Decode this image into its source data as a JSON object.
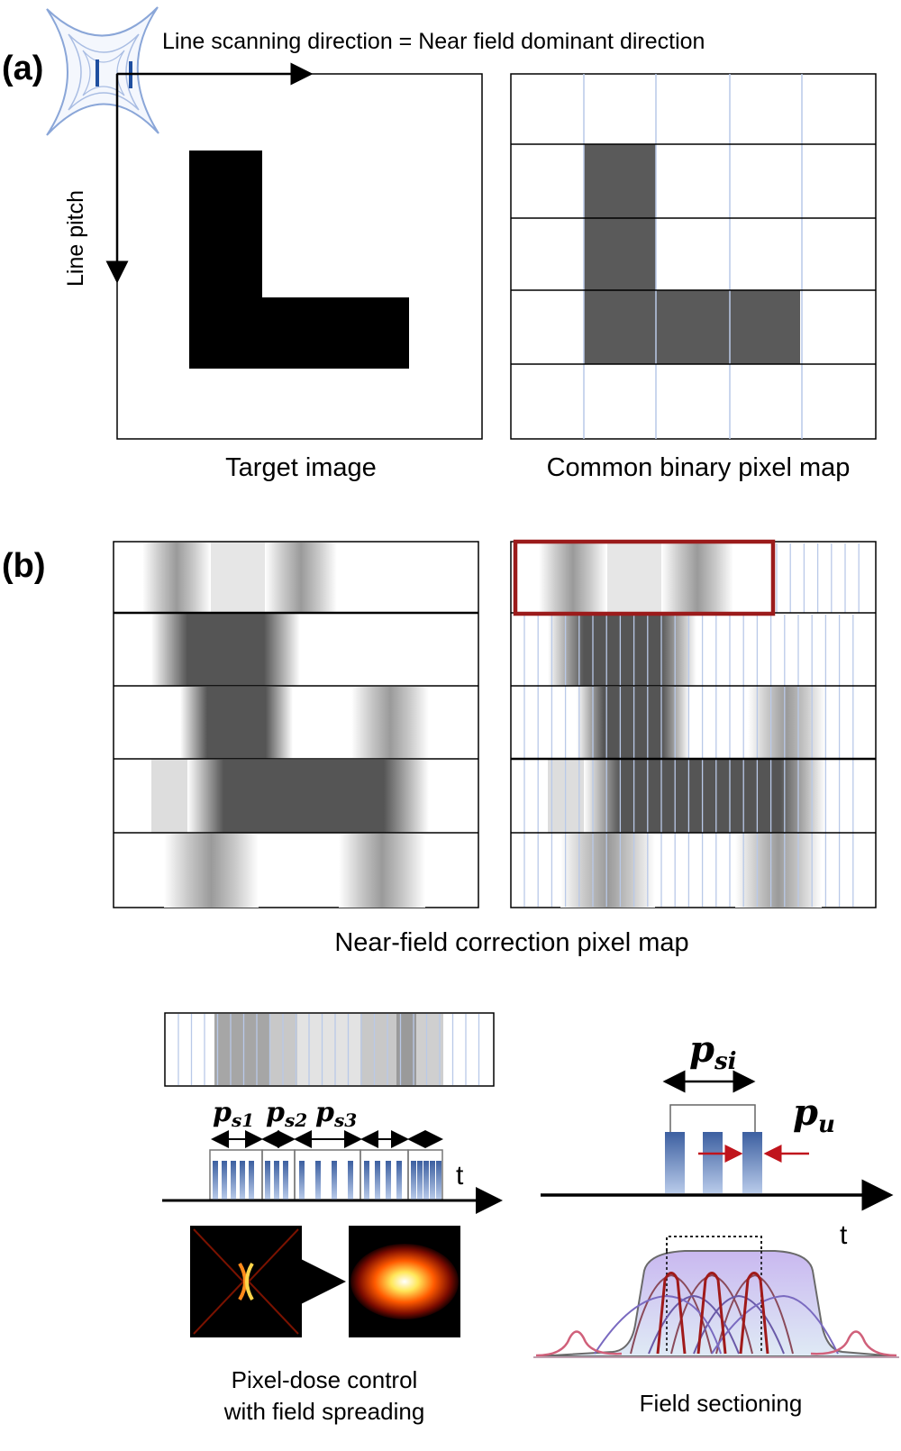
{
  "panel_a": {
    "label": "(a)",
    "scan_direction": "Line scanning direction = Near field dominant direction",
    "line_pitch": "Line pitch",
    "target_caption": "Target image",
    "binary_caption": "Common binary pixel map"
  },
  "panel_b": {
    "label": "(b)",
    "caption": "Near-field correction pixel map"
  },
  "panel_c": {
    "ps1": "p",
    "ps1_sub": "s1",
    "ps2": "p",
    "ps2_sub": "s2",
    "ps3": "p",
    "ps3_sub": "s3",
    "t_left": "t",
    "dose_caption_1": "Pixel-dose control",
    "dose_caption_2": "with field spreading",
    "psi": "p",
    "psi_sub": "si",
    "pu": "p",
    "pu_sub": "u",
    "t_right": "t",
    "section_caption": "Field sectioning"
  },
  "colors": {
    "dark_pixel": "#5a5a5a",
    "grid_line": "#b9c9e8",
    "highlight": "#9b1b1b",
    "pulse": "#6f8fc7",
    "arrow_red": "#c0141c"
  }
}
